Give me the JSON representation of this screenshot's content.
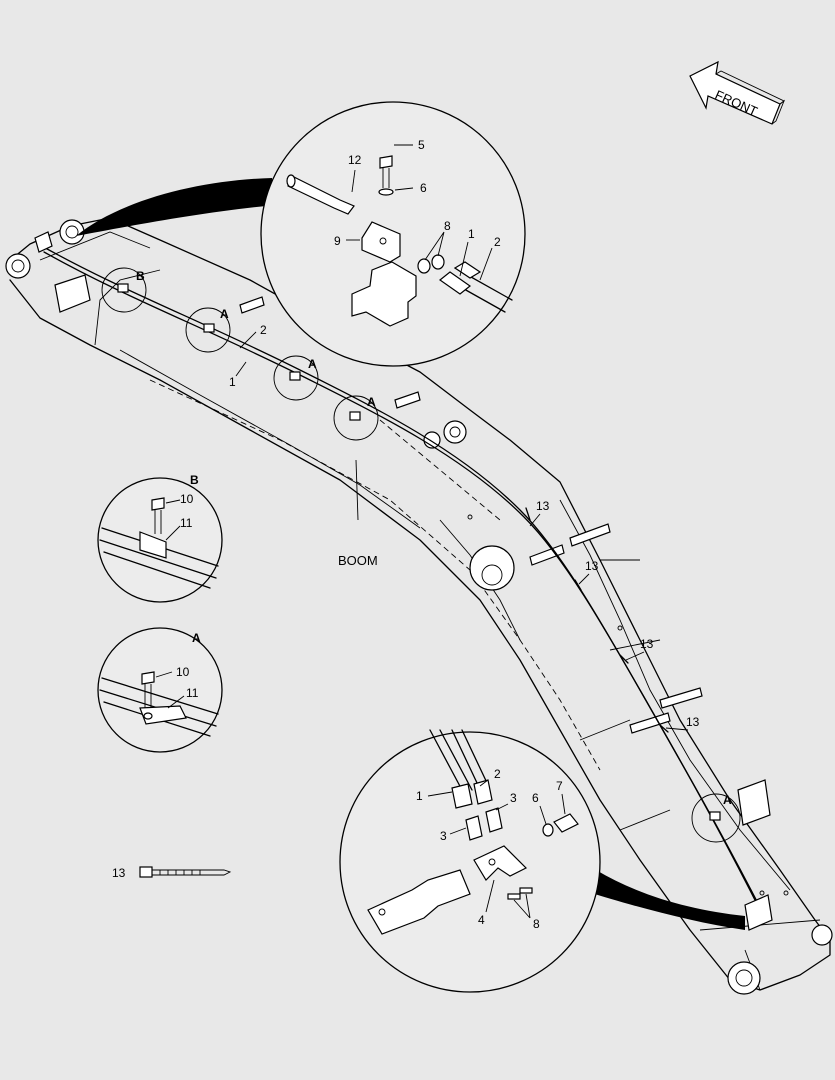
{
  "front_label": "FRONT",
  "boom_label": "BOOM",
  "callouts": {
    "n1": "1",
    "n2": "2",
    "n3": "3",
    "n4": "4",
    "n5": "5",
    "n6": "6",
    "n7": "7",
    "n8": "8",
    "n9": "9",
    "n10": "10",
    "n11": "11",
    "n12": "12",
    "n13": "13"
  },
  "views": {
    "a": "A",
    "b": "B"
  }
}
